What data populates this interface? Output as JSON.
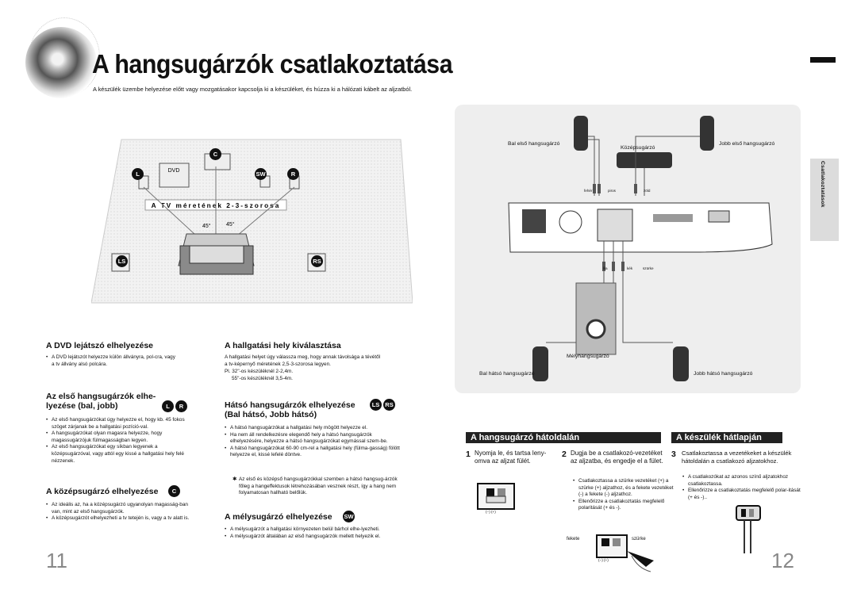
{
  "title": "A hangsugárzók csatlakoztatása",
  "intro": "A készülék üzembe helyezése előtt vagy mozgatásakor kapcsolja ki a készüléket, és húzza ki a hálózati kábelt az aljzatból.",
  "diagram_left": {
    "tv_label": "A TV méretének 2-3-szorosa",
    "dvd_label": "DVD",
    "angle_left": "45°",
    "angle_right": "45°",
    "badges": {
      "c": "C",
      "l": "L",
      "sw": "SW",
      "r": "R",
      "ls": "LS",
      "rs": "RS"
    }
  },
  "sections": {
    "dvd": {
      "heading": "A DVD lejátszó elhelyezése",
      "bullets": [
        "A DVD lejátszót helyezze külön állványra, pol-cra, vagy a tv állvány alsó polcára."
      ]
    },
    "front": {
      "heading": "Az első hangsugárzók elhe-lyezése (bal, jobb)",
      "badge1": "L",
      "badge2": "R",
      "bullets": [
        "Az első hangsugárzókat úgy helyezze el, hogy kb. 45 fokos szöget zárjanak be a hallgatási pozíció-val.",
        "A hangsugárzókat olyan magasra helyezze, hogy magassugárzójuk fülmagasságban legyen.",
        "Az első hangsugárzókat egy síkban legyenek a középsugárzóval, vagy attól egy kissé a hallgatási hely felé nézzenek."
      ]
    },
    "center": {
      "heading": "A középsugárzó elhelyezése",
      "badge": "C",
      "bullets": [
        "Az ideális az, ha a középsugárzó ugyanolyan magasság-ban van, mint az első hangsugárzók.",
        "A középsugárzót elhelyezheti a tv tetején is, vagy a tv alatt is."
      ]
    },
    "listen": {
      "heading": "A hallgatási hely kiválasztása",
      "text": "A hallgatási helyet úgy válassza meg, hogy annak távolsága a tévétől a tv-képernyő méretének 2,5-3-szorosa legyen.",
      "ex1": "Pl. 32\"-os készüléknél 2-2,4m.",
      "ex2": "55\"-os készüléknél 3,5-4m."
    },
    "rear": {
      "heading1": "Hátsó hangsugárzók elhelyezése",
      "heading2": "(Bal hátsó, Jobb hátsó)",
      "badge1": "LS",
      "badge2": "RS",
      "bullets": [
        "A hátsó hangsugárzókat a hallgatási hely mögött helyezze el.",
        "Ha nem áll rendelkezésre elegendő hely a hátsó hangsugárzók elhelyezésére, helyezze a hátsó hangsugárzókat egymással szem-be.",
        "A hátsó hangsugárzókat 60-90 cm-rel a hallgatási hely (fülma-gasság) fölött helyezze el, kissé lefelé döntve."
      ],
      "note": "Az első és középső hangsugárzókkal szemben a hátsó hangsug-árzók főleg a hangeffektusok létrehozásában vesznek részt, így a hang nem folyamatosan hallható belőlük."
    },
    "sub": {
      "heading": "A mélysugárzó elhelyezése",
      "badge": "SW",
      "bullets": [
        "A mélysugárzót a hallgatási környezeten belül bárhol elhe-lyezheti.",
        "A mélysugárzót általában az első hangsugárzók mellett helyezik el."
      ]
    }
  },
  "diagram_right": {
    "front_left": "Bal első hangsugárzó",
    "center": "Középsugárzó",
    "front_right": "Jobb első hangsugárzó",
    "rear_left": "Bal hátsó hangsugárzó",
    "rear_right": "Jobb hátsó hangsugárzó",
    "sub": "Mélyhangsugárzó",
    "wire_top": [
      "fehér",
      "piros",
      "zöld"
    ],
    "wire_bottom": [
      "lila",
      "kék",
      "szürke"
    ]
  },
  "back_speaker": {
    "bar": "A hangsugárzó hátoldalán",
    "step1_num": "1",
    "step1": "Nyomja le, és tartsa leny-omva az aljzat fülét.",
    "step2_num": "2",
    "step2": "Dugja be a csatlakozó-vezetéket az aljzatba, és engedje el a fület.",
    "bullets": [
      "Csatlakoztassa a szürke vezetéket (+) a szürke (+) aljzathoz, és a fekete vezetéket (-) a fekete (-) aljzathoz.",
      "Ellenőrizze a csatlakoztatás megfelelő polaritását (+ és -)."
    ],
    "polarity": "(−) (+)",
    "black": "fekete",
    "grey": "szürke"
  },
  "back_unit": {
    "bar": "A készülék hátlapján",
    "step3_num": "3",
    "step3": "Csatlakoztassa a vezetékeket a készülék hátoldalán a csatlakozó aljzatokhoz.",
    "bullets": [
      "A csatlakozókat az azonos színű aljzatokhoz csatlakoztassa.",
      "Ellenőrizze a csatlakoztatás megfelelő polar-itását (+ és -).."
    ]
  },
  "side_tab": "Csatlakoztatások",
  "page_left": "11",
  "page_right": "12"
}
